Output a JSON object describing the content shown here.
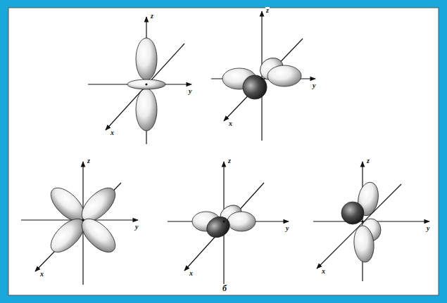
{
  "diagram": {
    "labels": [
      "z",
      "y",
      "x",
      "z",
      "y",
      "x",
      "z",
      "y",
      "x",
      "z",
      "y",
      "x",
      "z",
      "y",
      "x",
      "б"
    ]
  }
}
